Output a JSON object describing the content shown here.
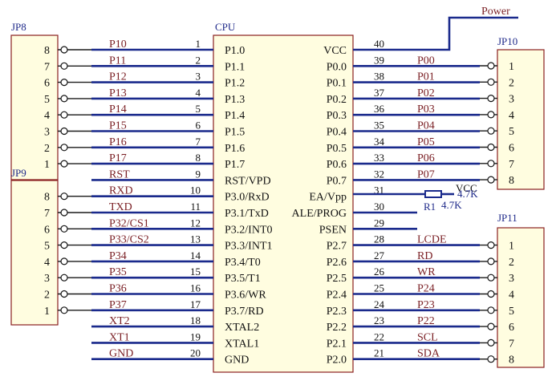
{
  "cpu": {
    "title": "CPU",
    "left_pins": [
      {
        "num": "1",
        "name": "P1.0",
        "net": "P10"
      },
      {
        "num": "2",
        "name": "P1.1",
        "net": "P11"
      },
      {
        "num": "3",
        "name": "P1.2",
        "net": "P12"
      },
      {
        "num": "4",
        "name": "P1.3",
        "net": "P13"
      },
      {
        "num": "5",
        "name": "P1.4",
        "net": "P14"
      },
      {
        "num": "6",
        "name": "P1.5",
        "net": "P15"
      },
      {
        "num": "7",
        "name": "P1.6",
        "net": "P16"
      },
      {
        "num": "8",
        "name": "P1.7",
        "net": "P17"
      },
      {
        "num": "9",
        "name": "RST/VPD",
        "net": "RST"
      },
      {
        "num": "10",
        "name": "P3.0/RxD",
        "net": "RXD"
      },
      {
        "num": "11",
        "name": "P3.1/TxD",
        "net": "TXD"
      },
      {
        "num": "12",
        "name": "P3.2/INT0",
        "net": "P32/CS1"
      },
      {
        "num": "13",
        "name": "P3.3/INT1",
        "net": "P33/CS2"
      },
      {
        "num": "14",
        "name": "P3.4/T0",
        "net": "P34"
      },
      {
        "num": "15",
        "name": "P3.5/T1",
        "net": "P35"
      },
      {
        "num": "16",
        "name": "P3.6/WR",
        "net": "P36"
      },
      {
        "num": "17",
        "name": "P3.7/RD",
        "net": "P37"
      },
      {
        "num": "18",
        "name": "XTAL2",
        "net": "XT2"
      },
      {
        "num": "19",
        "name": "XTAL1",
        "net": "XT1"
      },
      {
        "num": "20",
        "name": "GND",
        "net": "GND"
      }
    ],
    "right_pins": [
      {
        "num": "40",
        "name": "VCC",
        "net": ""
      },
      {
        "num": "39",
        "name": "P0.0",
        "net": "P00"
      },
      {
        "num": "38",
        "name": "P0.1",
        "net": "P01"
      },
      {
        "num": "37",
        "name": "P0.2",
        "net": "P02"
      },
      {
        "num": "36",
        "name": "P0.3",
        "net": "P03"
      },
      {
        "num": "35",
        "name": "P0.4",
        "net": "P04"
      },
      {
        "num": "34",
        "name": "P0.5",
        "net": "P05"
      },
      {
        "num": "33",
        "name": "P0.6",
        "net": "P06"
      },
      {
        "num": "32",
        "name": "P0.7",
        "net": "P07"
      },
      {
        "num": "31",
        "name": "EA/Vpp",
        "net": ""
      },
      {
        "num": "30",
        "name": "ALE/PROG",
        "net": ""
      },
      {
        "num": "29",
        "name": "PSEN",
        "net": ""
      },
      {
        "num": "28",
        "name": "P2.7",
        "net": "LCDE"
      },
      {
        "num": "27",
        "name": "P2.6",
        "net": "RD"
      },
      {
        "num": "26",
        "name": "P2.5",
        "net": "WR"
      },
      {
        "num": "25",
        "name": "P2.4",
        "net": "P24"
      },
      {
        "num": "24",
        "name": "P2.3",
        "net": "P23"
      },
      {
        "num": "23",
        "name": "P2.2",
        "net": "P22"
      },
      {
        "num": "22",
        "name": "P2.1",
        "net": "SCL"
      },
      {
        "num": "21",
        "name": "P2.0",
        "net": "SDA"
      }
    ]
  },
  "power_label": "Power",
  "vcc_label": "VCC",
  "resistor": {
    "ref": "R1",
    "value": "4.7K",
    "value_overlap": "4.7K"
  },
  "jp8": {
    "title": "JP8",
    "pins": [
      "8",
      "7",
      "6",
      "5",
      "4",
      "3",
      "2",
      "1"
    ]
  },
  "jp9": {
    "title": "JP9",
    "pins": [
      "8",
      "7",
      "6",
      "5",
      "4",
      "3",
      "2",
      "1"
    ]
  },
  "jp10": {
    "title": "JP10",
    "pins": [
      "1",
      "2",
      "3",
      "4",
      "5",
      "6",
      "7",
      "8"
    ]
  },
  "jp11": {
    "title": "JP11",
    "pins": [
      "1",
      "2",
      "3",
      "4",
      "5",
      "6",
      "7",
      "8"
    ]
  }
}
